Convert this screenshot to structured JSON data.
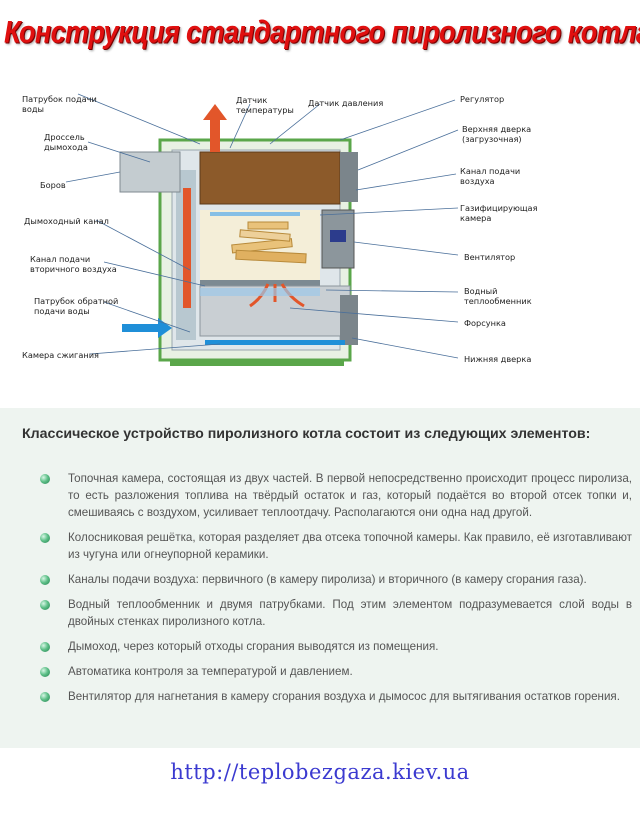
{
  "title": "Конструкция стандартного пиролизного котла",
  "diagram": {
    "labels": {
      "water_supply_pipe": "Патрубок подачи\nводы",
      "temperature_sensor": "Датчик\nтемпературы",
      "pressure_sensor": "Датчик давления",
      "regulator": "Регулятор",
      "flue_throttle": "Дроссель\nдымохода",
      "upper_door": "Верхняя дверка\n(загрузочная)",
      "air_supply_channel": "Канал подачи\nвоздуха",
      "hog": "Боров",
      "gasification_chamber": "Газифицирующая\nкамера",
      "flue_channel": "Дымоходный канал",
      "fan": "Вентилятор",
      "secondary_air_channel": "Канал подачи\nвторичного воздуха",
      "water_heat_exchanger": "Водный\nтеплообменник",
      "return_water_pipe": "Патрубок обратной\nподачи воды",
      "nozzle": "Форсунка",
      "combustion_chamber": "Камера сжигания",
      "lower_door": "Нижняя дверка"
    },
    "colors": {
      "body_outline": "#5aa64a",
      "body_fill": "#e8f1e3",
      "hot_arrow": "#e2562a",
      "cold_arrow": "#1f8fd8",
      "fuel": "#e9c27a",
      "chamber": "#8c5a2a"
    }
  },
  "intro": "Классическое устройство пиролизного котла состоит из следующих элементов:",
  "items": [
    "Топочная камера, состоящая из двух частей. В первой непосредственно происходит процесс пиролиза, то есть разложения топлива на твёрдый остаток и газ, который подаётся во второй отсек топки и, смешиваясь с воздухом, усиливает теплоотдачу. Располагаются они одна над другой.",
    "Колосниковая решётка, которая разделяет два отсека топочной камеры. Как правило, её изготавливают из чугуна или огнеупорной керамики.",
    "Каналы подачи воздуха: первичного (в камеру пиролиза) и вторичного (в камеру сгорания газа).",
    "Водный теплообменник и двумя патрубками. Под этим элементом подразумевается слой воды в двойных стенках пиролизного котла.",
    "Дымоход, через который отходы сгорания выводятся из помещения.",
    "Автоматика контроля за температурой и давлением.",
    "Вентилятор для нагнетания в камеру сгорания воздуха и дымосос для вытягивания остатков горения."
  ],
  "footer": "http://teplobezgaza.kiev.ua"
}
